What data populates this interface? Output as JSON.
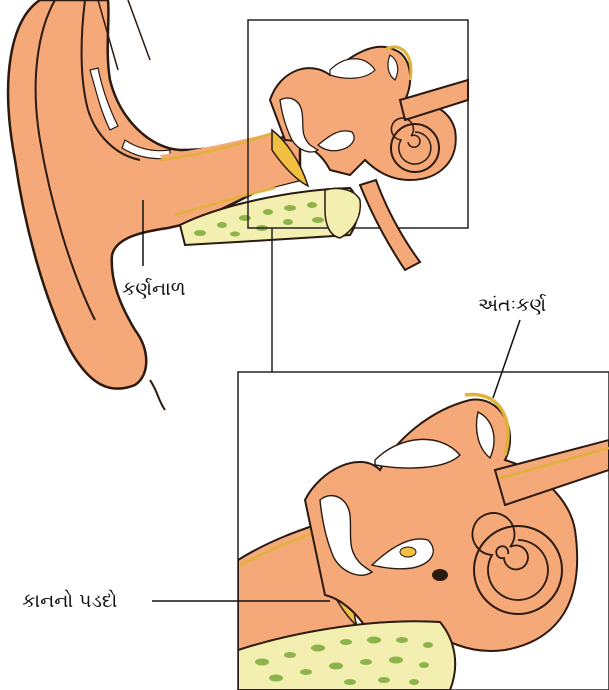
{
  "labels": {
    "ear_canal": "કર્ણનાળ",
    "inner_ear": "અંતઃકર્ણ",
    "eardrum": "કાનનો પડદો"
  },
  "colors": {
    "skin": "#F5A878",
    "skin_dark": "#E89560",
    "outline": "#2B1A10",
    "rim": "#E0B23A",
    "bone": "#F2EFB0",
    "bone_spots": "#8DB44A",
    "drum": "#F2C040",
    "ossicle": "#FFFFFF"
  }
}
